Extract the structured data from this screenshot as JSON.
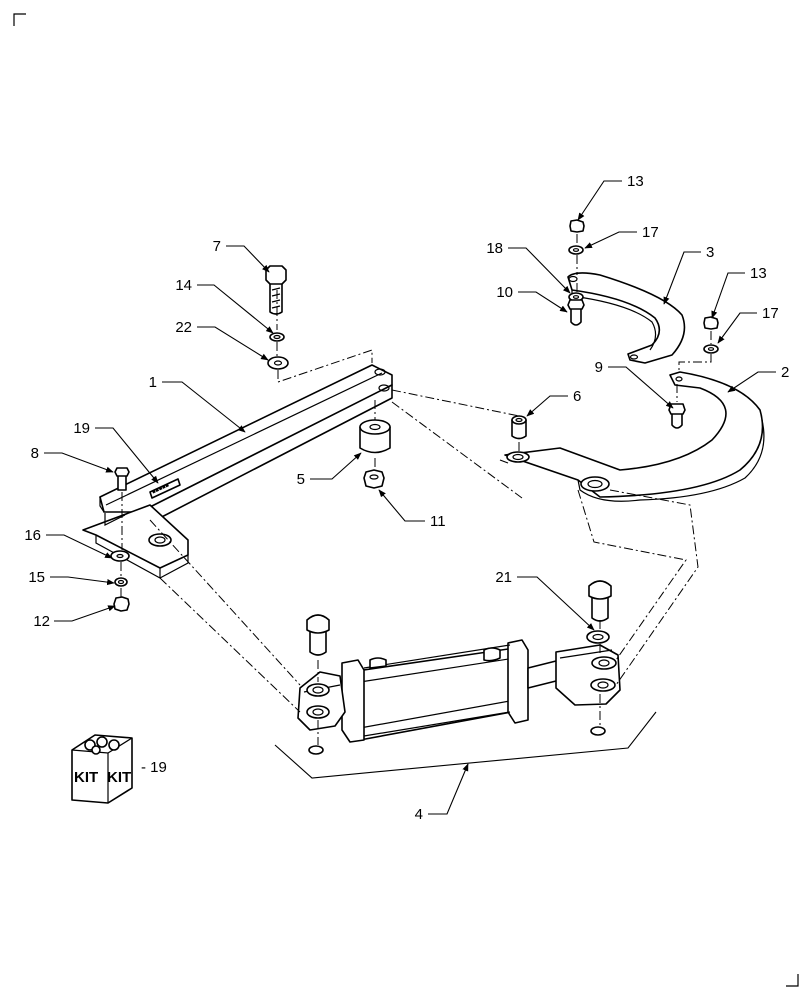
{
  "callouts": [
    "1",
    "2",
    "3",
    "4",
    "5",
    "6",
    "7",
    "8",
    "9",
    "10",
    "11",
    "12",
    "13",
    "13",
    "14",
    "15",
    "16",
    "17",
    "17",
    "18",
    "19",
    "21",
    "22"
  ],
  "kit": {
    "box_text_left": "KIT",
    "box_text_right": "KIT",
    "label": "- 19"
  },
  "colors": {
    "ink": "#000000",
    "paper": "#ffffff"
  }
}
